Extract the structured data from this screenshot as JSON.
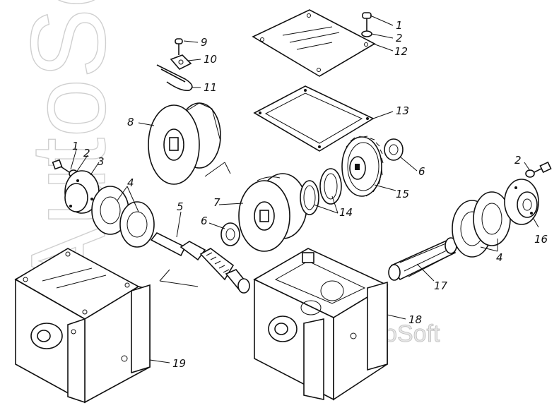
{
  "watermark": {
    "large": "AutoSoft",
    "small": "AutoSoft"
  },
  "callouts": [
    {
      "label": "1"
    },
    {
      "label": "2"
    },
    {
      "label": "12"
    },
    {
      "label": "9"
    },
    {
      "label": "10"
    },
    {
      "label": "11"
    },
    {
      "label": "13"
    },
    {
      "label": "8"
    },
    {
      "label": "1"
    },
    {
      "label": "2"
    },
    {
      "label": "3"
    },
    {
      "label": "4"
    },
    {
      "label": "5"
    },
    {
      "label": "7"
    },
    {
      "label": "6"
    },
    {
      "label": "14"
    },
    {
      "label": "15"
    },
    {
      "label": "6"
    },
    {
      "label": "2"
    },
    {
      "label": "16"
    },
    {
      "label": "4"
    },
    {
      "label": "17"
    },
    {
      "label": "18"
    },
    {
      "label": "19"
    }
  ]
}
